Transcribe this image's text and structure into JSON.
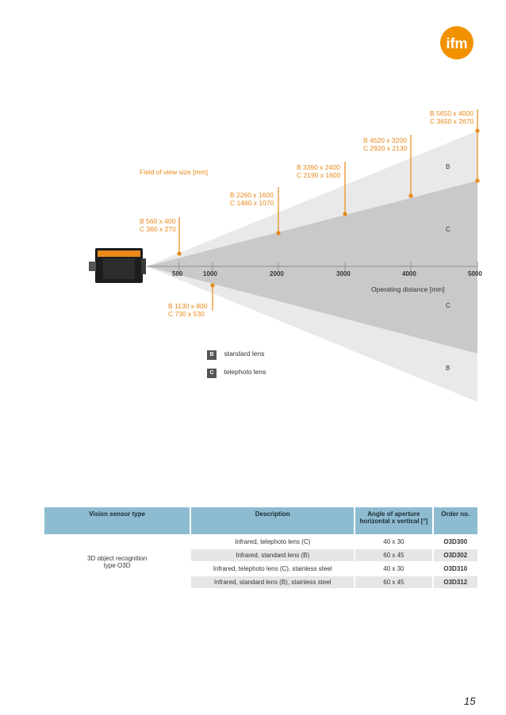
{
  "brand": {
    "logo_text": "ifm",
    "color": "#f39200"
  },
  "diagram": {
    "field_of_view_title": "Field of view size [mm]",
    "operating_distance_title": "Operating distance [mm]",
    "ticks": [
      "500",
      "1000",
      "2000",
      "3000",
      "4000",
      "5000"
    ],
    "upper_labels": [
      {
        "b": "B  560 x 400",
        "c": "C  360 x 270"
      },
      {
        "b": "B  2260 x 1600",
        "c": "C  1460 x 1070"
      },
      {
        "b": "B  3390 x 2400",
        "c": "C  2190 x 1600"
      },
      {
        "b": "B  4520 x 3200",
        "c": "C  2920 x 2130"
      },
      {
        "b": "B  5650 x 4000",
        "c": "C  3650 x 2670"
      }
    ],
    "lower_label": {
      "b": "B  1130 x 800",
      "c": "C    730 x 530"
    },
    "regions": {
      "upper_b": "B",
      "upper_c": "C",
      "lower_c": "C",
      "lower_b": "B"
    },
    "accent_color": "#e8891a"
  },
  "legend": [
    {
      "key": "B",
      "text": "standard lens"
    },
    {
      "key": "C",
      "text": "telephoto lens"
    }
  ],
  "table": {
    "headers": {
      "type": "Vision sensor type",
      "description": "Description",
      "angle": "Angle of aperture horizontal x vertical [°]",
      "order": "Order no."
    },
    "type_value": "3D object recognition type O3D",
    "rows": [
      {
        "description": "Infrared, telephoto lens (C)",
        "angle": "40 x 30",
        "order": "O3D300"
      },
      {
        "description": "Infrared, standard lens (B)",
        "angle": "60 x 45",
        "order": "O3D302"
      },
      {
        "description": "Infrared, telephoto lens (C), stainless steel",
        "angle": "40 x 30",
        "order": "O3D310"
      },
      {
        "description": "Infrared, standard lens (B), stainless steel",
        "angle": "60 x 45",
        "order": "O3D312"
      }
    ],
    "header_color": "#8dbcd1"
  },
  "page_number": "15"
}
